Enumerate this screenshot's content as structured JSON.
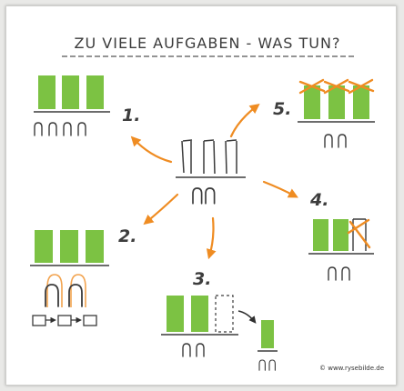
{
  "title": "ZU VIELE AUFGABEN - WAS TUN?",
  "steps": {
    "s1": "1.",
    "s2": "2.",
    "s3": "3.",
    "s4": "4.",
    "s5": "5."
  },
  "credit": "© www.rysebilde.de",
  "colors": {
    "task_green": "#7cc243",
    "arrow_orange": "#ef8c22",
    "ink": "#3b3b3b"
  }
}
